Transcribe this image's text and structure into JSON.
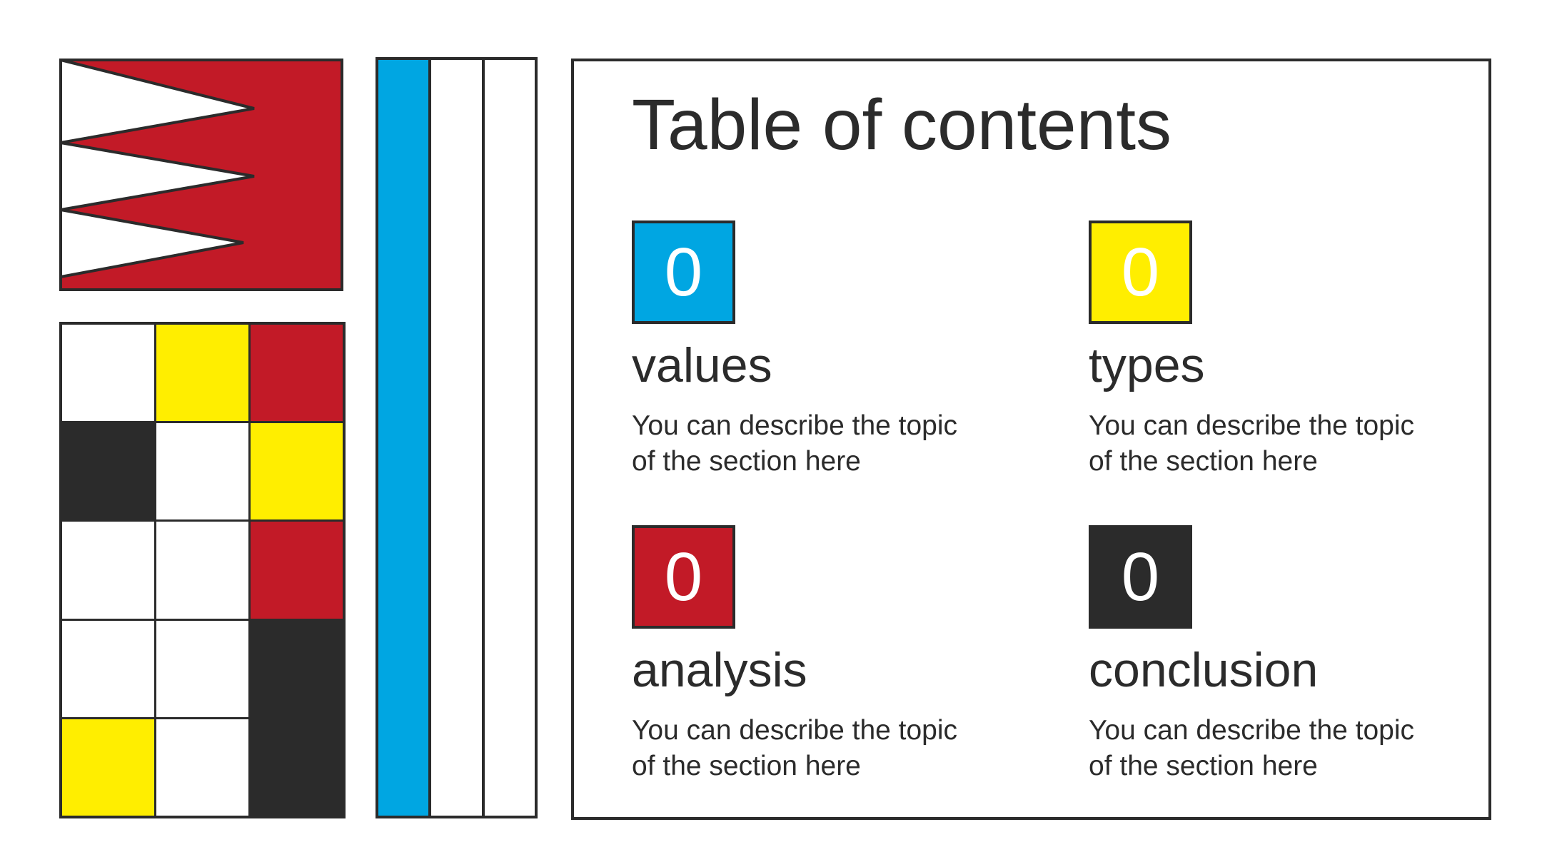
{
  "title": "Table of contents",
  "colors": {
    "blue": "#00a6e2",
    "yellow": "#ffee00",
    "red": "#c21a27",
    "black": "#2b2b2b",
    "white": "#ffffff"
  },
  "decor": {
    "grid_cells": [
      "white",
      "yellow",
      "red",
      "black",
      "white",
      "yellow",
      "white",
      "white",
      "red",
      "white",
      "white",
      "black",
      "yellow",
      "white",
      "black"
    ],
    "stripes": [
      "blue",
      "white",
      "white"
    ]
  },
  "sections": [
    {
      "number": "0",
      "name": "values",
      "description": "You can describe the topic of the section here",
      "color": "#00a6e2"
    },
    {
      "number": "0",
      "name": "types",
      "description": "You can describe the topic of the section here",
      "color": "#ffee00"
    },
    {
      "number": "0",
      "name": "analysis",
      "description": "You can describe the topic of the section here",
      "color": "#c21a27"
    },
    {
      "number": "0",
      "name": "conclusion",
      "description": "You can describe the topic of the section here",
      "color": "#2b2b2b"
    }
  ]
}
